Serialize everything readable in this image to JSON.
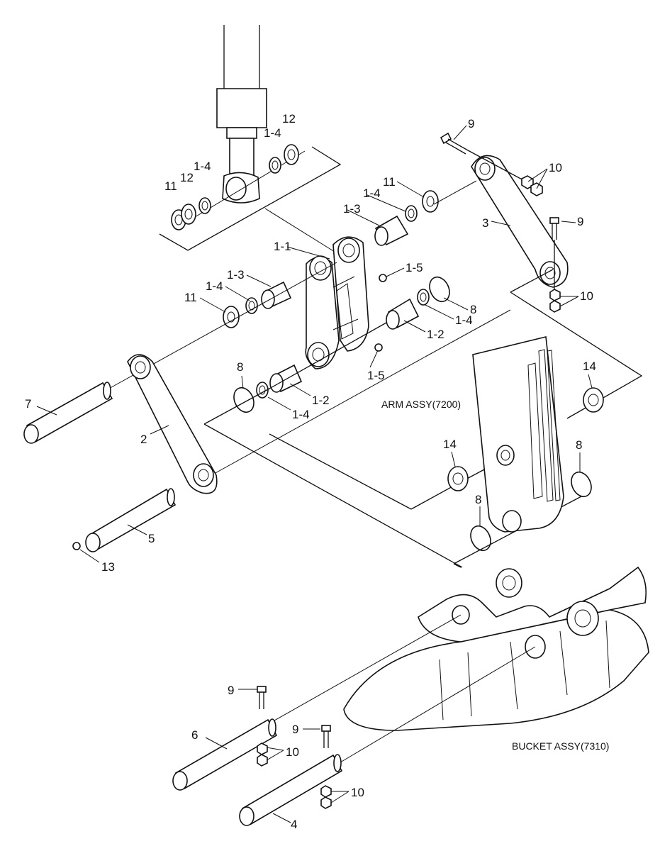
{
  "assemblies": {
    "arm": "ARM ASSY(7200)",
    "bucket": "BUCKET ASSY(7310)"
  },
  "labels": {
    "p9": "9",
    "p10": "10",
    "p3": "3",
    "p12": "12",
    "p1_4": "1-4",
    "p11": "11",
    "p1_3": "1-3",
    "p1_1": "1-1",
    "p1_5": "1-5",
    "p8": "8",
    "p1_2": "1-2",
    "p7": "7",
    "p2": "2",
    "p14": "14",
    "p5": "5",
    "p13": "13",
    "p6": "6",
    "p4": "4"
  }
}
